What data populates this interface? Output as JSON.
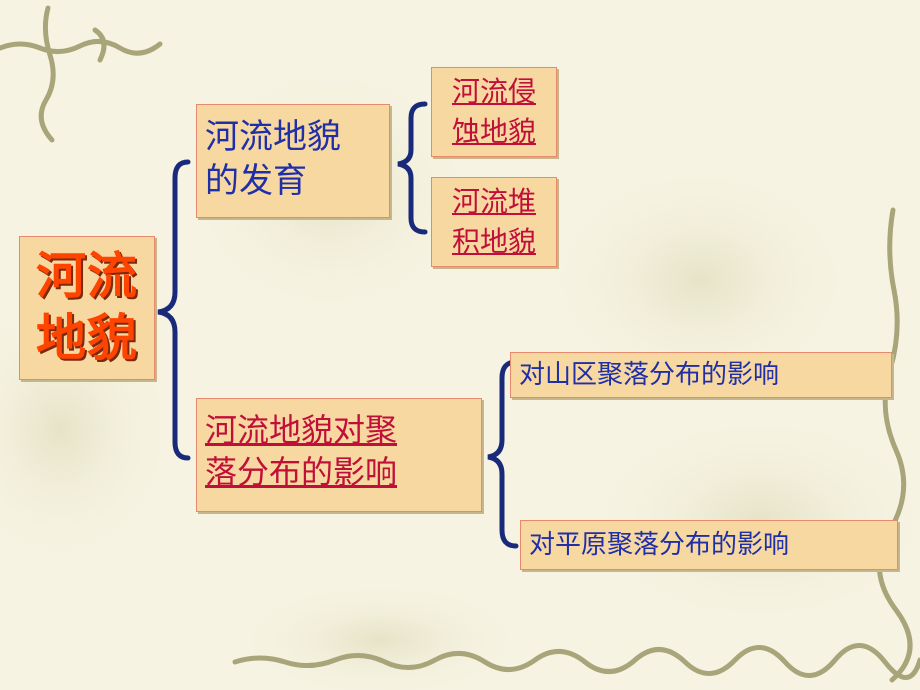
{
  "root": {
    "line1": "河流",
    "line2": "地貌"
  },
  "branch_development": {
    "line1": "河流地貌",
    "line2": "的发育",
    "children": [
      {
        "line1": "河流侵",
        "line2": "蚀地貌"
      },
      {
        "line1": "河流堆",
        "line2": "积地貌"
      }
    ]
  },
  "branch_settlement": {
    "line1": "河流地貌对聚",
    "line2": "落分布的影响",
    "children": [
      {
        "label": "对山区聚落分布的影响"
      },
      {
        "label": "对平原聚落分布的影响"
      }
    ]
  },
  "colors": {
    "box_fill": "#f7d8a0",
    "root_text": "#ff4400",
    "blue_text": "#1f2fa8",
    "link_text": "#c0103a",
    "brace": "#1a2a7a"
  }
}
